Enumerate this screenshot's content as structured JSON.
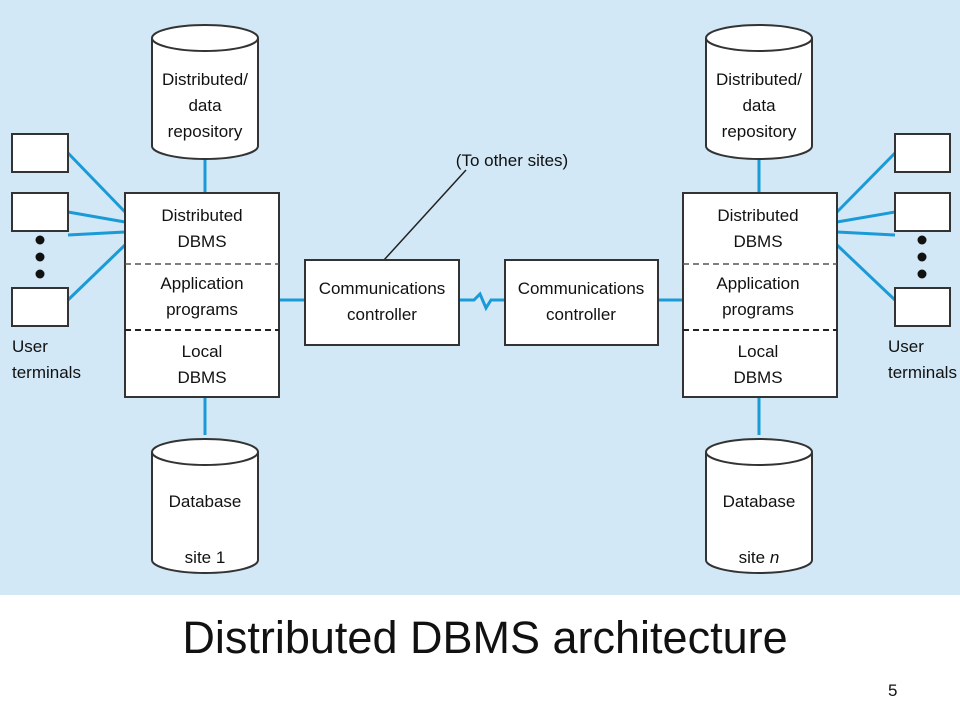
{
  "slide": {
    "title": "Distributed DBMS architecture",
    "page_number": "5"
  },
  "colors": {
    "background": "#d2e8f6",
    "connector": "#1a9ad6",
    "box_fill": "#ffffff",
    "stroke": "#333333"
  },
  "site1": {
    "repository": [
      "Distributed/",
      "data",
      "repository"
    ],
    "dbms_label": [
      "Distributed",
      "DBMS"
    ],
    "app_label": [
      "Application",
      "programs"
    ],
    "local_label": [
      "Local",
      "DBMS"
    ],
    "database": [
      "Database",
      "site 1"
    ],
    "terminals_label": [
      "User",
      "terminals"
    ],
    "controller": [
      "Communications",
      "controller"
    ]
  },
  "siten": {
    "repository": [
      "Distributed/",
      "data",
      "repository"
    ],
    "dbms_label": [
      "Distributed",
      "DBMS"
    ],
    "app_label": [
      "Application",
      "programs"
    ],
    "local_label": [
      "Local",
      "DBMS"
    ],
    "database_name": "Database",
    "database_site": "site",
    "database_site_var": "n",
    "terminals_label": [
      "User",
      "terminals"
    ],
    "controller": [
      "Communications",
      "controller"
    ]
  },
  "other_sites_label": "(To other sites)"
}
